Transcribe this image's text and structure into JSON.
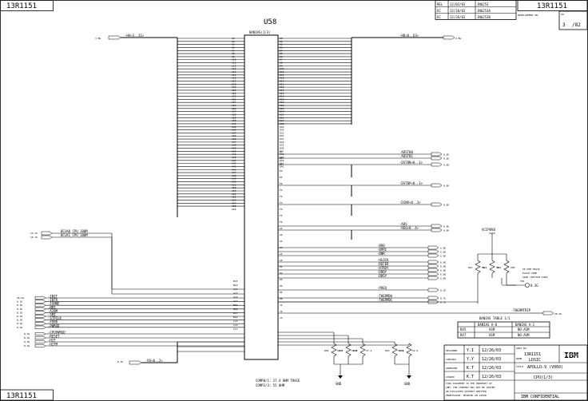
{
  "part_no_corner": "13R1151",
  "revision_table": [
    {
      "col1": "REL",
      "col2": "12/02/03",
      "col3": "JN6253"
    },
    {
      "col1": "EC",
      "col2": "12/10/03",
      "col3": "JN6253A"
    },
    {
      "col1": "EC",
      "col2": "12/26/03",
      "col3": "JN6253B"
    }
  ],
  "header_part_no": "13R1151",
  "header_dev_label": "DEVELOPMENT NO.",
  "sheet_label": "SH",
  "sheet_no": "3",
  "sheet_of": "/82",
  "chip": {
    "ref": "U58",
    "name": "BANIAS(1/3)",
    "left_pins": [
      "A3",
      "A4",
      "A5",
      "A6",
      "A7",
      "A8",
      "A9",
      "A10",
      "A11",
      "A12",
      "A13",
      "A14",
      "A15",
      "A16",
      "A17",
      "A18",
      "A19",
      "A20",
      "A21",
      "A22",
      "A23",
      "A24",
      "A25",
      "A26",
      "A27",
      "A28",
      "A29",
      "A30",
      "A31",
      "A32",
      "A33",
      "A34",
      "A35",
      "A36",
      "A37",
      "A38",
      "A39",
      "A40",
      "A41",
      "A42",
      "A43",
      "A44",
      "A45",
      "A46",
      "A47",
      "A48",
      "A49",
      "A50",
      "A51",
      "A52",
      "A53",
      "A54",
      "A55",
      "A56",
      "A57",
      "A58",
      "A59"
    ],
    "right_pins": [
      "D0",
      "D1",
      "D2",
      "D3",
      "D4",
      "D5",
      "D6",
      "D7",
      "D8",
      "D9",
      "D10",
      "D11",
      "D12",
      "D13",
      "D14",
      "D15",
      "D16",
      "D17",
      "D18",
      "D19",
      "D20",
      "D21",
      "D22",
      "D23",
      "D24",
      "D25",
      "D26",
      "D27",
      "D28",
      "D29",
      "D30",
      "D31",
      "D32",
      "D33",
      "D34",
      "D35",
      "D36",
      "D37",
      "D38",
      "D39",
      "D40",
      "D41",
      "D42"
    ],
    "ctrl_left": [
      "B15",
      "B16",
      "A14",
      "A15",
      "A16",
      "A17",
      "B21",
      "B22",
      "B23",
      "B24",
      "C15",
      "C16",
      "C17"
    ],
    "ctrl_right": [
      "E1",
      "E2",
      "E3",
      "E4",
      "E5",
      "E6",
      "F1",
      "F2",
      "F3",
      "F4",
      "F5",
      "F6",
      "G1",
      "G2",
      "G3",
      "G4",
      "G5",
      "G6",
      "H1",
      "H2",
      "H3",
      "H4",
      "H5",
      "H6",
      "J1",
      "J2",
      "J3"
    ]
  },
  "left_bus": {
    "label": "-HA<3..31>",
    "sheet": "3.8G"
  },
  "right_bus": {
    "label": "-HD<0..63>",
    "sheet": "6.8G"
  },
  "right_signals": [
    {
      "label": "-ADSTB0",
      "ref": "6.8G"
    },
    {
      "label": "-ADSTB1",
      "ref": "6.8G"
    },
    {
      "label": "-DSTBN<0..3>",
      "ref": "6.8G"
    },
    {
      "label": "-DSTBP<0..3>",
      "ref": "6.8G"
    },
    {
      "label": "-DINV<0..3>",
      "ref": "6.8G"
    },
    {
      "label": "-ADS",
      "ref": "6.8G"
    },
    {
      "label": "-REQ<0..4>",
      "ref": "6.8G"
    },
    {
      "label": "-BR0",
      "ref": "6.8G"
    },
    {
      "label": "-BPRI",
      "ref": "6.8G"
    },
    {
      "label": "-BNR",
      "ref": "6.8G"
    },
    {
      "label": "-HLOCK",
      "ref": "6.8G"
    },
    {
      "label": "-DEFER",
      "ref": "6.8G"
    },
    {
      "label": "-HTRDY",
      "ref": "6.8G"
    },
    {
      "label": "-DRDY",
      "ref": "6.8G"
    },
    {
      "label": "-DBSY",
      "ref": "6.8G"
    },
    {
      "label": "-PREQ",
      "ref": "8.3G"
    },
    {
      "label": "-THERMDA",
      "ref": "8.7G"
    },
    {
      "label": "-THERMDC",
      "ref": "8.7G"
    }
  ],
  "clock_signals": [
    {
      "label": "BCLK0_CPU_100M",
      "ref": "15.7G"
    },
    {
      "label": "BCLK1_CPU_100M",
      "ref": "15.7G"
    }
  ],
  "left_ctrl_signals": [
    {
      "label": "-INIT",
      "ref": "18.5G"
    },
    {
      "label": "-INTR",
      "ref": "8.3G"
    },
    {
      "label": "-IGNNE",
      "ref": "8.3G"
    },
    {
      "label": "-NMI",
      "ref": "8.3G"
    },
    {
      "label": "-A20M",
      "ref": "8.3G"
    },
    {
      "label": "-SMI",
      "ref": "8.3G"
    },
    {
      "label": "-STPCLK",
      "ref": "8.3G"
    },
    {
      "label": "-FERR",
      "ref": "8.3G"
    },
    {
      "label": "-PWRGD",
      "ref": "8.3G"
    }
  ],
  "bottom_left_signals": [
    {
      "label": "-CPUPWRGD",
      "ref": "8.3G"
    },
    {
      "label": "-RESET",
      "ref": "8.3G"
    },
    {
      "label": "-HIT",
      "ref": "8.3G"
    },
    {
      "label": "-HITM",
      "ref": "8.3G"
    }
  ],
  "rs_bus": {
    "label": "-RS<0..2>",
    "sheet": "8.3G"
  },
  "thermtrip": {
    "label": "-THERMTRIP",
    "ref": "20.3G"
  },
  "power_label": "VCCP0V0",
  "note_lines": [
    "50 OHM TRACE",
    "PLACE COMP",
    "SIDE (BOTTOM SIDE)"
  ],
  "test_point": "TP1",
  "test_point_ref": "8.3G",
  "resistors_right": [
    {
      "ref": "R43",
      "val": "56"
    },
    {
      "ref": "R44",
      "val": "56"
    },
    {
      "ref": "R45",
      "val": "200"
    }
  ],
  "resistors_bottom": [
    {
      "ref": "R46",
      "val": "54.9"
    },
    {
      "ref": "R47",
      "val": "54.9"
    },
    {
      "ref": "R48",
      "val": "27.4"
    },
    {
      "ref": "R49",
      "val": "54.9"
    },
    {
      "ref": "R50",
      "val": "54.9"
    }
  ],
  "gnd_labels": [
    "GND",
    "GND"
  ],
  "trace_note": [
    "COMP0/1: 27.4 OHM TRACE",
    "COMP2/3: 55 OHM"
  ],
  "banias_table": {
    "title": "BANIAS TABLE 1/1",
    "headers": [
      "",
      "BANIAS A-0",
      "BANIAS A-1"
    ],
    "rows": [
      [
        "R45",
        "ASM",
        "NO-ASM"
      ],
      [
        "R47",
        "ASM",
        "NO-ASM"
      ]
    ]
  },
  "title_block": {
    "rows": [
      {
        "role": "DESIGNED",
        "name": "Y.I",
        "date": "12/26/03"
      },
      {
        "role": "CHECKED",
        "name": "Y.Y",
        "date": "12/26/03"
      },
      {
        "role": "APPROVED",
        "name": "K.T",
        "date": "12/26/03"
      },
      {
        "role": "ISSUED",
        "name": "K.T",
        "date": "12/26/03"
      }
    ],
    "part_no_label": "PART NO.",
    "part_no": "13R1151",
    "logo": "IBM",
    "name_label": "NAME",
    "name": "LDSIC",
    "title_label": "TITLE",
    "title": "APOLLO-9 (V060)",
    "subtitle": "CPU(1/3)",
    "confidential": "IBM CONFIDENTIAL",
    "fine_print": [
      "THIS DOCUMENT IS THE PROPERTY OF",
      "IBM. THE CONTENT MAY NOT BE COPIED",
      "OR DISCLOSED WITHOUT WRITTEN",
      "PERMISSION. PRINTED IN JAPAN"
    ]
  },
  "bottom_corner": "13R1151"
}
